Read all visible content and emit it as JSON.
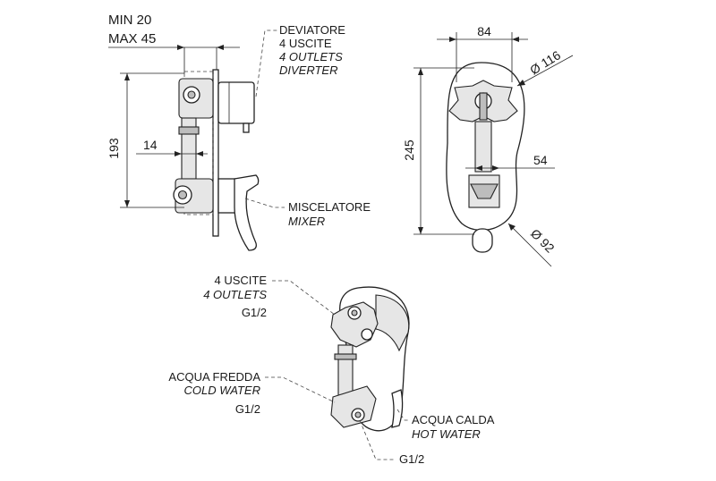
{
  "side_view": {
    "min_label": "MIN 20",
    "max_label": "MAX 45",
    "height_dim": "193",
    "depth_dim": "14",
    "diverter": {
      "line1": "DEVIATORE",
      "line2": "4 USCITE",
      "line3": "4 OUTLETS",
      "line4": "DIVERTER"
    },
    "mixer": {
      "line1": "MISCELATORE",
      "line2": "MIXER"
    }
  },
  "front_view": {
    "width_dim": "84",
    "height_dim": "245",
    "inner_dim": "54",
    "diameter_top": "Ø 116",
    "diameter_bottom": "Ø 92"
  },
  "iso_view": {
    "outlets": {
      "line1": "4 USCITE",
      "line2": "4 OUTLETS",
      "line3": "G1/2"
    },
    "cold": {
      "line1": "ACQUA FREDDA",
      "line2": "COLD WATER",
      "line3": "G1/2"
    },
    "hot": {
      "line1": "ACQUA CALDA",
      "line2": "HOT WATER"
    },
    "hot_thread": "G1/2"
  }
}
